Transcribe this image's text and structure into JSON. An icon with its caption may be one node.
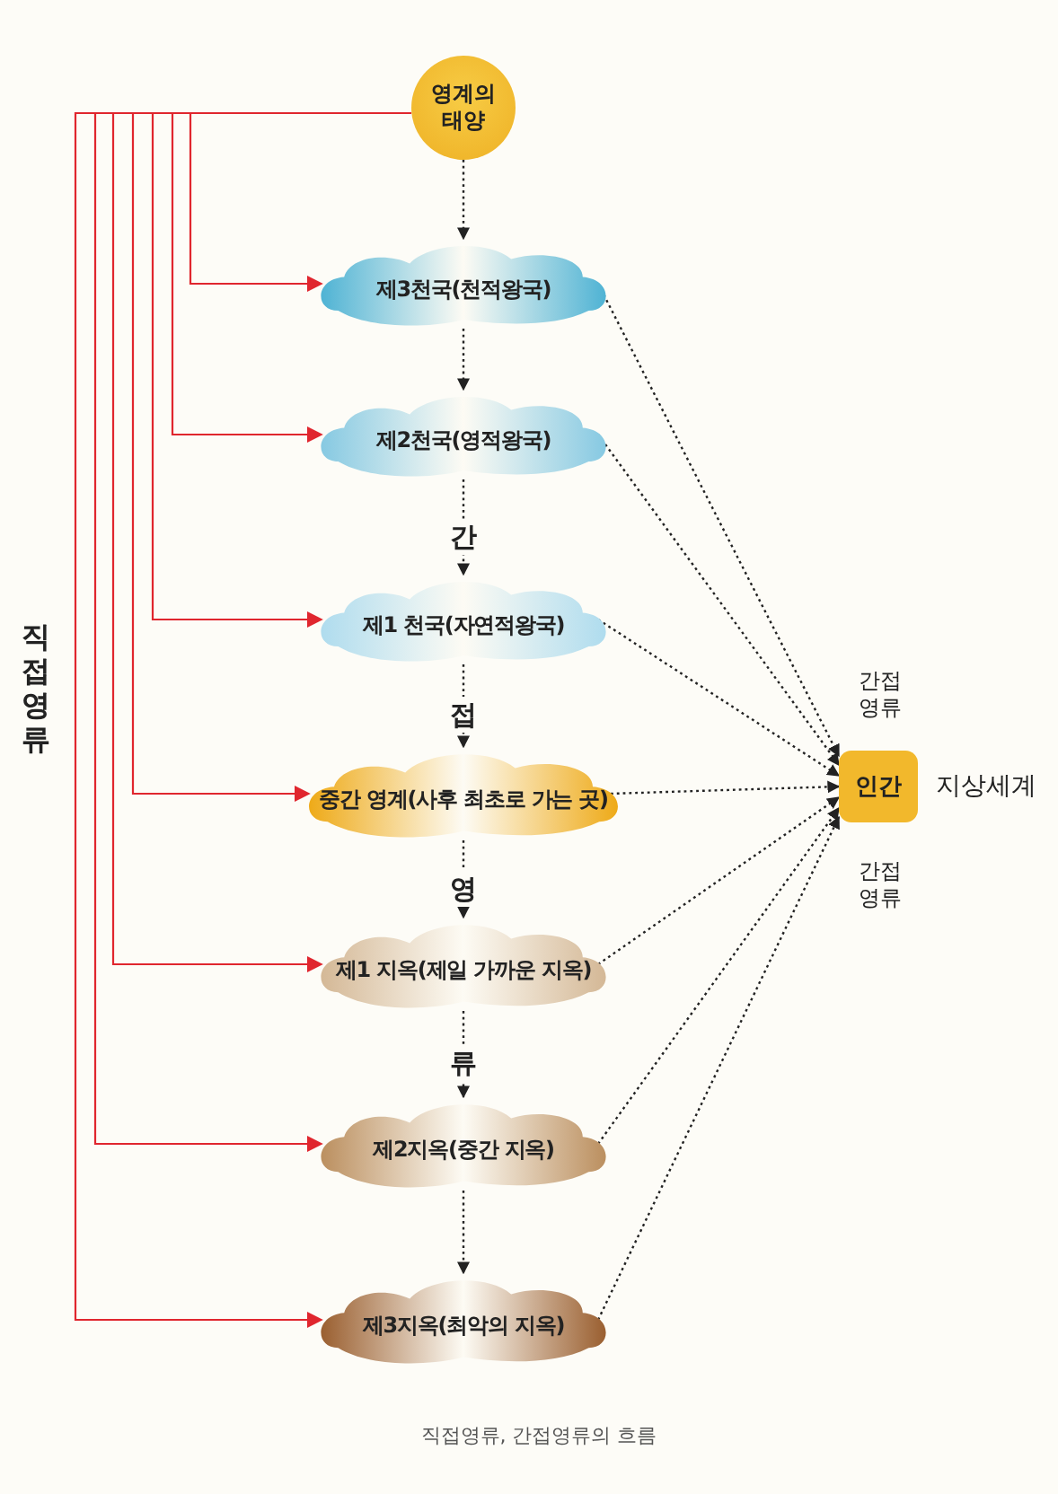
{
  "diagram": {
    "caption": "직접영류, 간접영류의 흐름",
    "nodes": [
      {
        "text": [
          "영계의 태양"
        ]
      },
      {
        "text": [
          "제3천국(천적왕국)"
        ]
      },
      {
        "text": [
          "제2천국(영적왕국)"
        ]
      },
      {
        "text": [
          "제1 천국(자연적왕국)"
        ]
      },
      {
        "text": [
          "중간 영계(사후 최초로 가는 곳)"
        ]
      },
      {
        "text": [
          "제1 지옥(제일 가까운 지옥)"
        ]
      },
      {
        "text": [
          "제2지옥(중간 지옥)"
        ]
      },
      {
        "text": [
          "제3지옥(최악의 지옥)"
        ]
      },
      {
        "text": [
          "인간"
        ],
        "beside": [
          "지상세계"
        ]
      }
    ],
    "edges": [
      {
        "from": 0,
        "to": 1,
        "arrow": "to",
        "style": "dashed"
      },
      {
        "from": 1,
        "to": 2,
        "arrow": "to",
        "style": "dashed"
      },
      {
        "from": 2,
        "to": 3,
        "arrow": "to",
        "style": "dashed",
        "label": "간"
      },
      {
        "from": 3,
        "to": 4,
        "arrow": "to",
        "style": "dashed",
        "label": "접"
      },
      {
        "from": 4,
        "to": 5,
        "arrow": "to",
        "style": "dashed",
        "label": "영"
      },
      {
        "from": 5,
        "to": 6,
        "arrow": "to",
        "style": "dashed",
        "label": "류"
      },
      {
        "from": 6,
        "to": 7,
        "arrow": "to",
        "style": "dashed"
      },
      {
        "from": 0,
        "to": 1,
        "arrow": "to",
        "color": "#e0262e"
      },
      {
        "from": 0,
        "to": 2,
        "arrow": "to",
        "color": "#e0262e"
      },
      {
        "from": 0,
        "to": 3,
        "arrow": "to",
        "color": "#e0262e"
      },
      {
        "from": 0,
        "to": 4,
        "arrow": "to",
        "color": "#e0262e"
      },
      {
        "from": 0,
        "to": 5,
        "arrow": "to",
        "color": "#e0262e"
      },
      {
        "from": 0,
        "to": 6,
        "arrow": "to",
        "color": "#e0262e"
      },
      {
        "from": 0,
        "to": 7,
        "arrow": "to",
        "color": "#e0262e"
      },
      {
        "from": 1,
        "to": 8,
        "arrow": "to",
        "style": "dashed"
      },
      {
        "from": 2,
        "to": 8,
        "arrow": "to",
        "style": "dashed"
      },
      {
        "from": 3,
        "to": 8,
        "arrow": "to",
        "style": "dashed"
      },
      {
        "from": 4,
        "to": 8,
        "arrow": "to",
        "style": "dashed"
      },
      {
        "from": 5,
        "to": 8,
        "arrow": "to",
        "style": "dashed"
      },
      {
        "from": 6,
        "to": 8,
        "arrow": "to",
        "style": "dashed"
      },
      {
        "from": 7,
        "to": 8,
        "arrow": "to",
        "style": "dashed"
      }
    ],
    "labels": [
      "직접영류",
      "간접 영류",
      "간접 영류"
    ]
  }
}
